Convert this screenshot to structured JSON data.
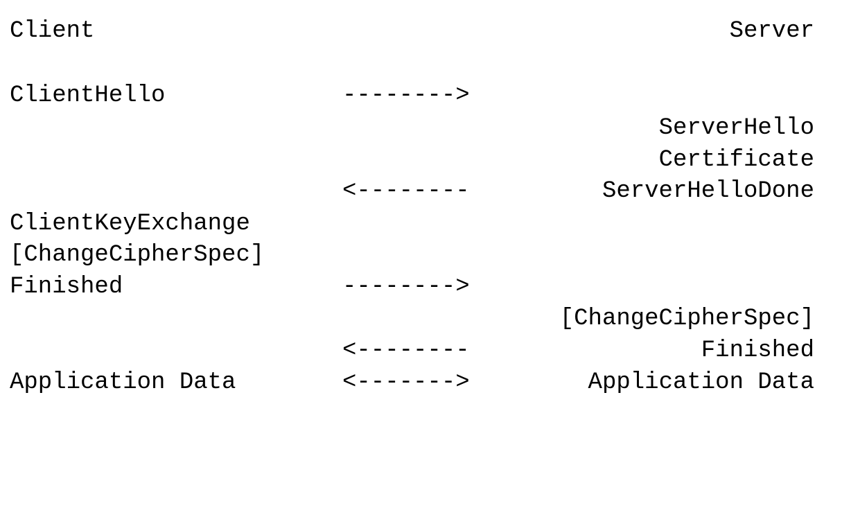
{
  "header": {
    "client_label": "Client",
    "server_label": "Server"
  },
  "rows": [
    {
      "left": "ClientHello",
      "arrow": "-------->",
      "right": ""
    },
    {
      "left": "",
      "arrow": "",
      "right": "ServerHello"
    },
    {
      "left": "",
      "arrow": "",
      "right": "Certificate"
    },
    {
      "left": "",
      "arrow": "<--------",
      "right": "ServerHelloDone"
    },
    {
      "left": "ClientKeyExchange",
      "arrow": "",
      "right": ""
    },
    {
      "left": "[ChangeCipherSpec]",
      "arrow": "",
      "right": ""
    },
    {
      "left": "Finished",
      "arrow": "-------->",
      "right": ""
    },
    {
      "left": "",
      "arrow": "",
      "right": "[ChangeCipherSpec]"
    },
    {
      "left": "",
      "arrow": "<--------",
      "right": "Finished"
    },
    {
      "left": "Application Data",
      "arrow": "<------->",
      "right": "Application Data"
    }
  ]
}
